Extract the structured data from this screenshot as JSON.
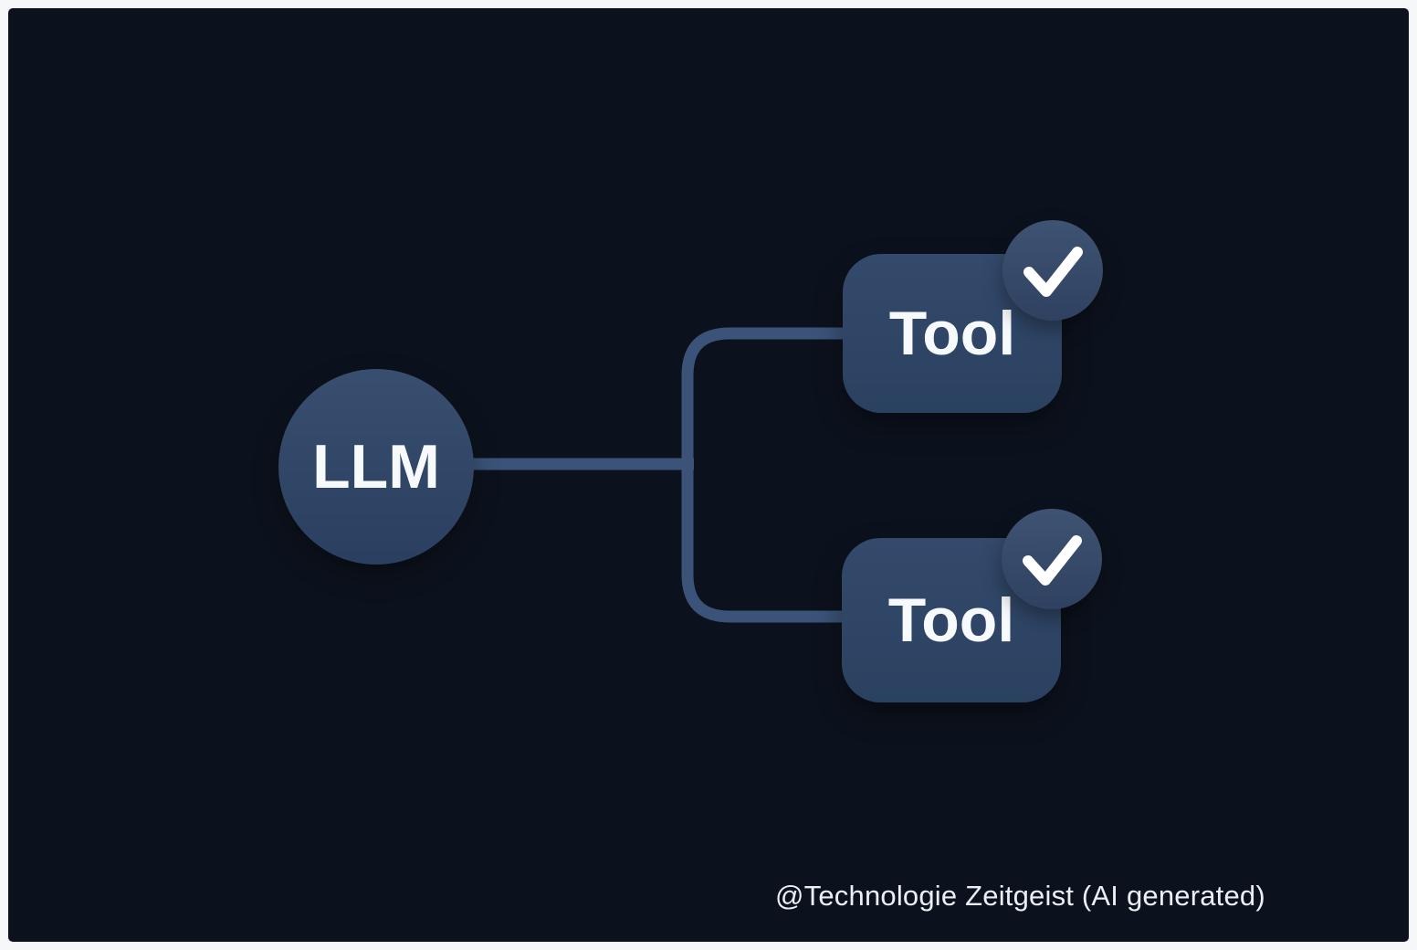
{
  "colors": {
    "frame": "#f6f7f9",
    "background": "#0c121d",
    "llm_fill": "#2e4568",
    "tool_fill_top": "#344a6c",
    "tool_fill_bottom": "#2a4160",
    "badge_fill": "#34496b",
    "connector": "#3b5379",
    "check": "#ffffff",
    "node_text": "#f7fafc",
    "watermark_text": "#e9eff3"
  },
  "diagram": {
    "llm": {
      "label": "LLM"
    },
    "tools": [
      {
        "label": "Tool",
        "checked": true,
        "status_icon": "checkmark"
      },
      {
        "label": "Tool",
        "checked": true,
        "status_icon": "checkmark"
      }
    ]
  },
  "watermark": {
    "text": "@Technologie Zeitgeist (AI generated)"
  }
}
